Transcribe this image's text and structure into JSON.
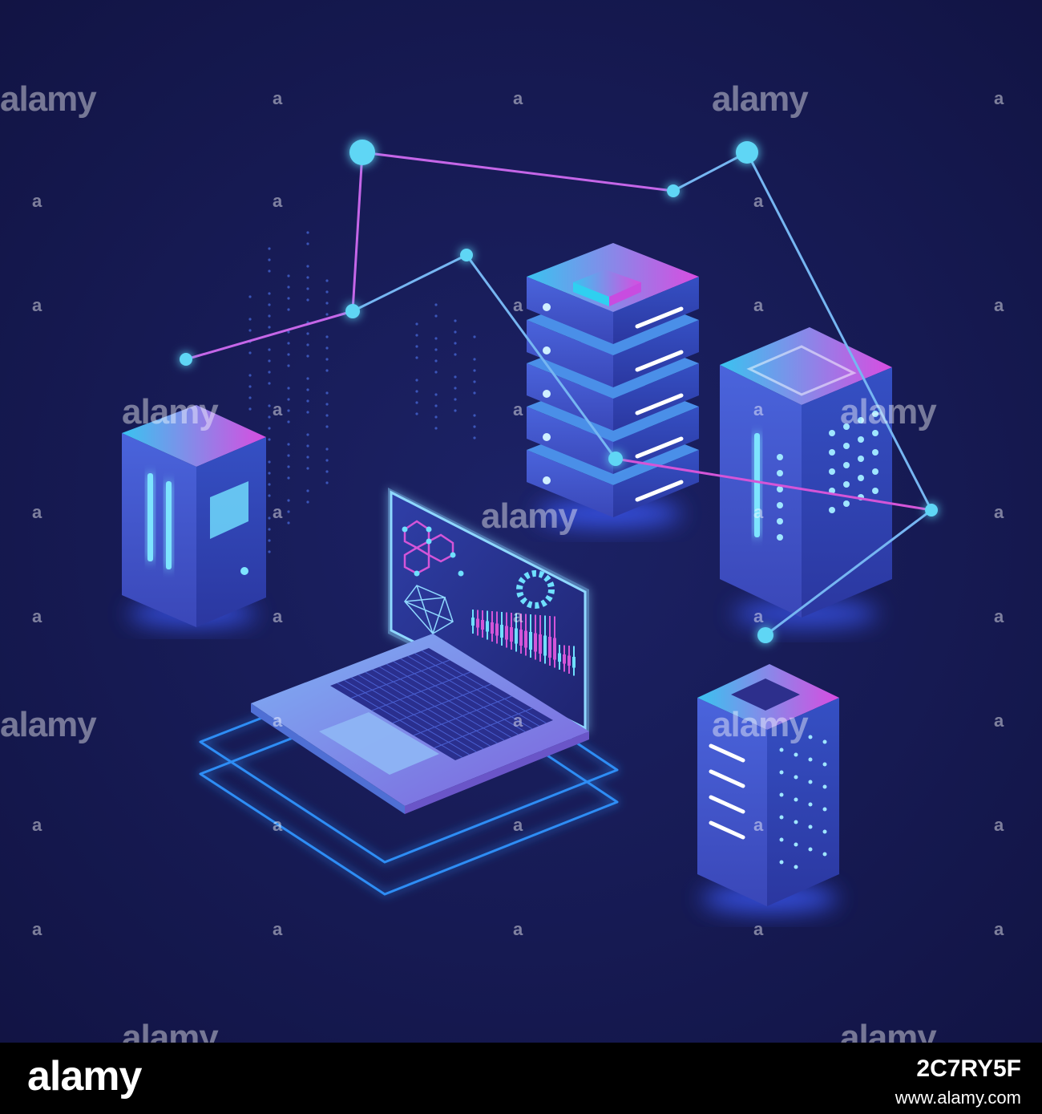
{
  "image": {
    "subject": "isometric servers and laptop connected by network lines",
    "colors": {
      "background": "#131548",
      "server_face": "#3a4fc8",
      "server_top": "#4a8fe8",
      "accent_pink": "#d455d8",
      "accent_cyan": "#5fd6f5",
      "glow": "#3c5cff",
      "laptop_body": "#6f86e6"
    }
  },
  "watermark": {
    "word": "alamy",
    "letter": "a"
  },
  "footer": {
    "logo": "alamy",
    "image_id": "2C7RY5F",
    "site": "www.alamy.com"
  }
}
